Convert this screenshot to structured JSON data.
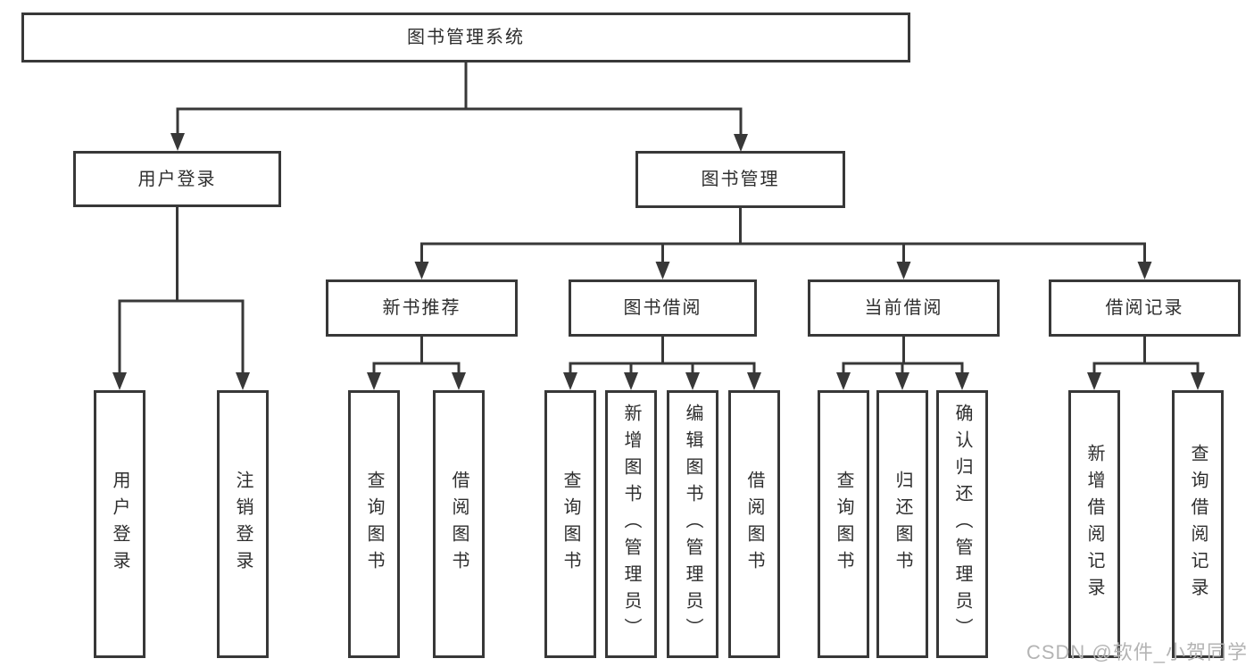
{
  "diagram": {
    "tree": {
      "root": {
        "label": "图书管理系统"
      },
      "branches": [
        {
          "label": "用户登录",
          "children": [
            {
              "label": "用户登录"
            },
            {
              "label": "注销登录"
            }
          ]
        },
        {
          "label": "图书管理",
          "children": [
            {
              "label": "新书推荐",
              "children": [
                {
                  "label": "查询图书"
                },
                {
                  "label": "借阅图书"
                }
              ]
            },
            {
              "label": "图书借阅",
              "children": [
                {
                  "label": "查询图书"
                },
                {
                  "label": "新增图书（管理员）"
                },
                {
                  "label": "编辑图书（管理员）"
                },
                {
                  "label": "借阅图书"
                }
              ]
            },
            {
              "label": "当前借阅",
              "children": [
                {
                  "label": "查询图书"
                },
                {
                  "label": "归还图书"
                },
                {
                  "label": "确认归还（管理员）"
                }
              ]
            },
            {
              "label": "借阅记录",
              "children": [
                {
                  "label": "新增借阅记录"
                },
                {
                  "label": "查询借阅记录"
                }
              ]
            }
          ]
        }
      ]
    },
    "watermark": "CSDN @软件_小贺同学",
    "colors": {
      "line": "#383838",
      "box_border": "#383838",
      "text": "#2e2e2e",
      "watermark": "#b4b4b4",
      "background": "#ffffff"
    }
  }
}
